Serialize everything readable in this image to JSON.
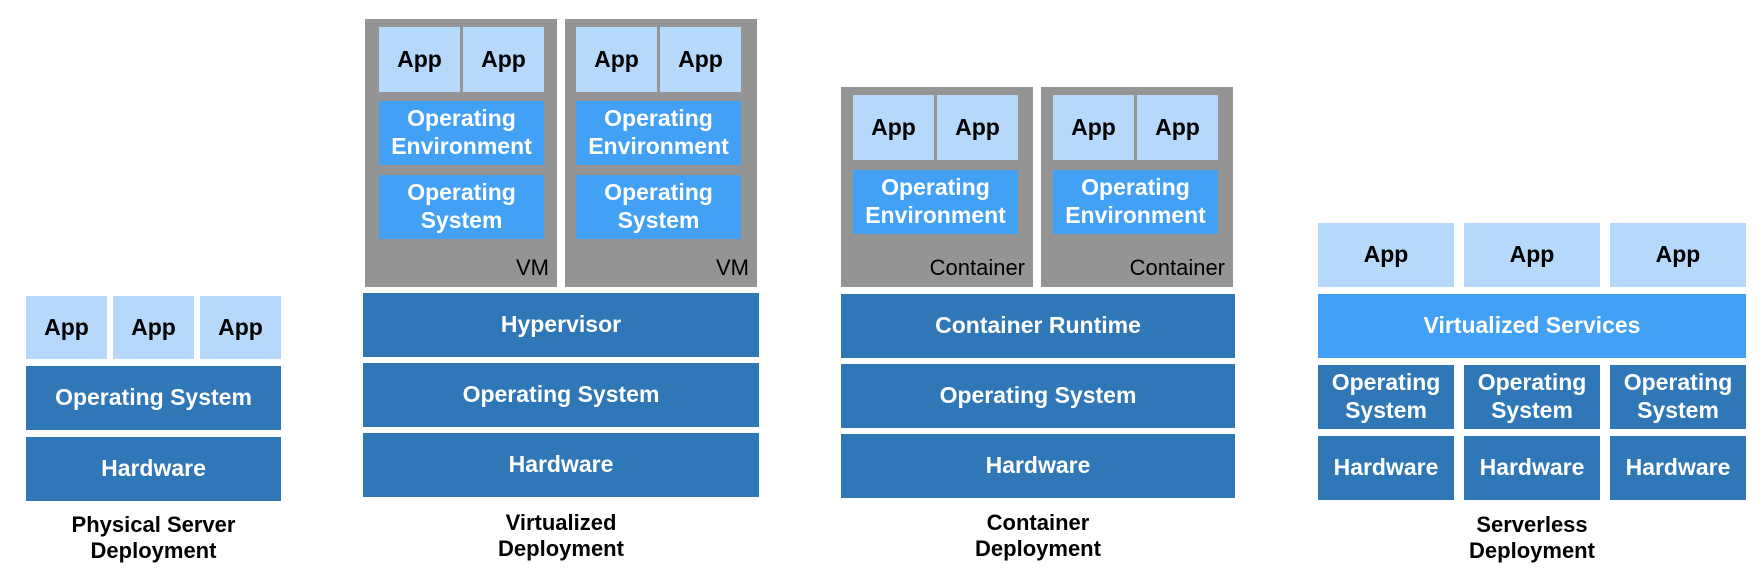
{
  "colors": {
    "app": "#b6d9fb",
    "environment": "#42a1f5",
    "infrastructure": "#2f77b6",
    "shell": "#949494"
  },
  "physical": {
    "apps": [
      "App",
      "App",
      "App"
    ],
    "operating_system": "Operating System",
    "hardware": "Hardware",
    "caption": "Physical Server\nDeployment"
  },
  "virtualized": {
    "vms": [
      {
        "apps": [
          "App",
          "App"
        ],
        "operating_environment": "Operating\nEnvironment",
        "operating_system": "Operating\nSystem",
        "label": "VM"
      },
      {
        "apps": [
          "App",
          "App"
        ],
        "operating_environment": "Operating\nEnvironment",
        "operating_system": "Operating\nSystem",
        "label": "VM"
      }
    ],
    "hypervisor": "Hypervisor",
    "operating_system": "Operating System",
    "hardware": "Hardware",
    "caption": "Virtualized\nDeployment"
  },
  "container": {
    "containers": [
      {
        "apps": [
          "App",
          "App"
        ],
        "operating_environment": "Operating\nEnvironment",
        "label": "Container"
      },
      {
        "apps": [
          "App",
          "App"
        ],
        "operating_environment": "Operating\nEnvironment",
        "label": "Container"
      }
    ],
    "runtime": "Container Runtime",
    "operating_system": "Operating System",
    "hardware": "Hardware",
    "caption": "Container\nDeployment"
  },
  "serverless": {
    "apps": [
      "App",
      "App",
      "App"
    ],
    "virtualized_services": "Virtualized Services",
    "operating_systems": [
      "Operating\nSystem",
      "Operating\nSystem",
      "Operating\nSystem"
    ],
    "hardware": [
      "Hardware",
      "Hardware",
      "Hardware"
    ],
    "caption": "Serverless\nDeployment"
  }
}
